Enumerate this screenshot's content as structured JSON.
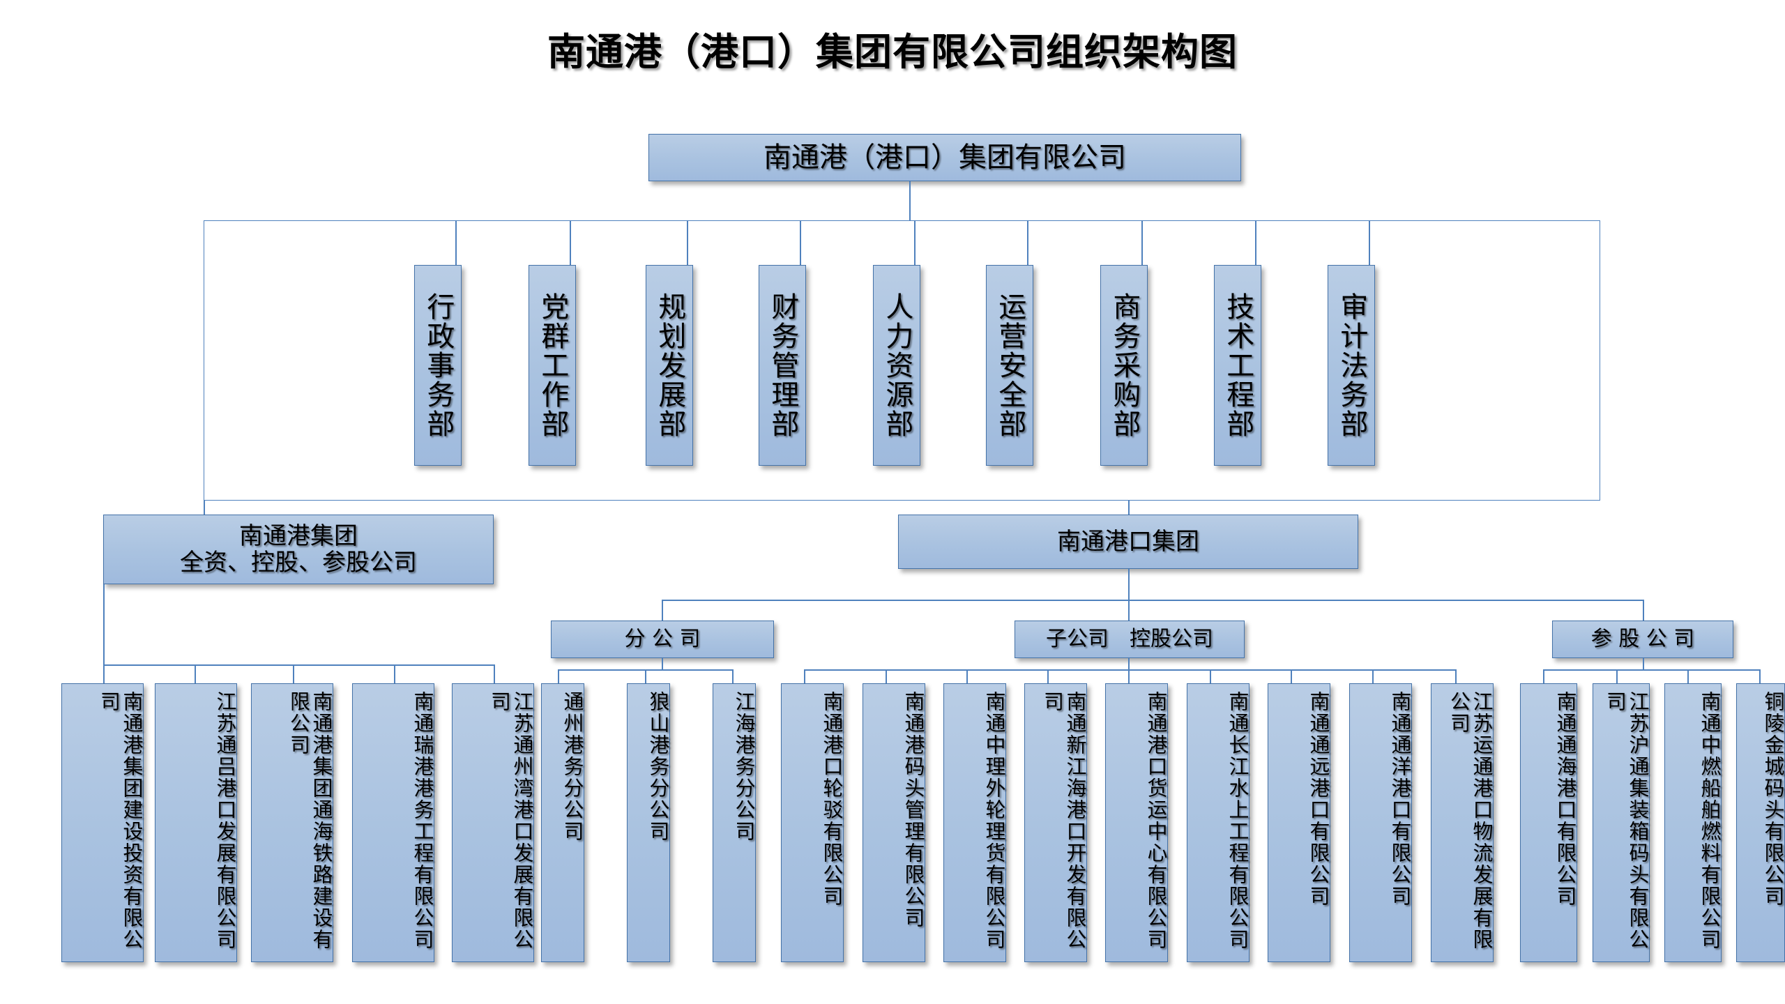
{
  "title": "南通港（港口）集团有限公司组织架构图",
  "root": {
    "label": "南通港（港口）集团有限公司"
  },
  "departments": [
    {
      "label": "行政事务部"
    },
    {
      "label": "党群工作部"
    },
    {
      "label": "规划发展部"
    },
    {
      "label": "财务管理部"
    },
    {
      "label": "人力资源部"
    },
    {
      "label": "运营安全部"
    },
    {
      "label": "商务采购部"
    },
    {
      "label": "技术工程部"
    },
    {
      "label": "审计法务部"
    }
  ],
  "groups": {
    "left": {
      "line1": "南通港集团",
      "line2": "全资、控股、参股公司"
    },
    "right": {
      "label": "南通港口集团"
    }
  },
  "categories": [
    {
      "label": "分 公 司"
    },
    {
      "label": "子公司　控股公司"
    },
    {
      "label": "参 股 公 司"
    }
  ],
  "left_subsidiaries": [
    {
      "label": "南通港集团建设投资有限公司"
    },
    {
      "label": "江苏通吕港口发展有限公司"
    },
    {
      "label": "南通港集团通海铁路建设有限公司"
    },
    {
      "label": "南通瑞港港务工程有限公司"
    },
    {
      "label": "江苏通州湾港口发展有限公司"
    }
  ],
  "branches": [
    {
      "label": "通州港务分公司"
    },
    {
      "label": "狼山港务分公司"
    },
    {
      "label": "江海港务分公司"
    }
  ],
  "controlled": [
    {
      "label": "南通港口轮驳有限公司"
    },
    {
      "label": "南通港码头管理有限公司"
    },
    {
      "label": "南通中理外轮理货有限公司"
    },
    {
      "label": "南通新江海港口开发有限公司"
    },
    {
      "label": "南通港口货运中心有限公司"
    },
    {
      "label": "南通长江水上工程有限公司"
    },
    {
      "label": "南通通远港口有限公司"
    },
    {
      "label": "南通通洋港口有限公司"
    },
    {
      "label": "江苏运通港口物流发展有限公司"
    }
  ],
  "equity": [
    {
      "label": "南通通海港口有限公司"
    },
    {
      "label": "江苏沪通集装箱码头有限公司"
    },
    {
      "label": "南通中燃船舶燃料有限公司"
    },
    {
      "label": "铜陵金城码头有限公司"
    }
  ],
  "colors": {
    "box_fill": "#aac4e2",
    "box_border": "#4472a8",
    "line": "#4f81bd",
    "text": "#000000",
    "background": "#ffffff"
  }
}
